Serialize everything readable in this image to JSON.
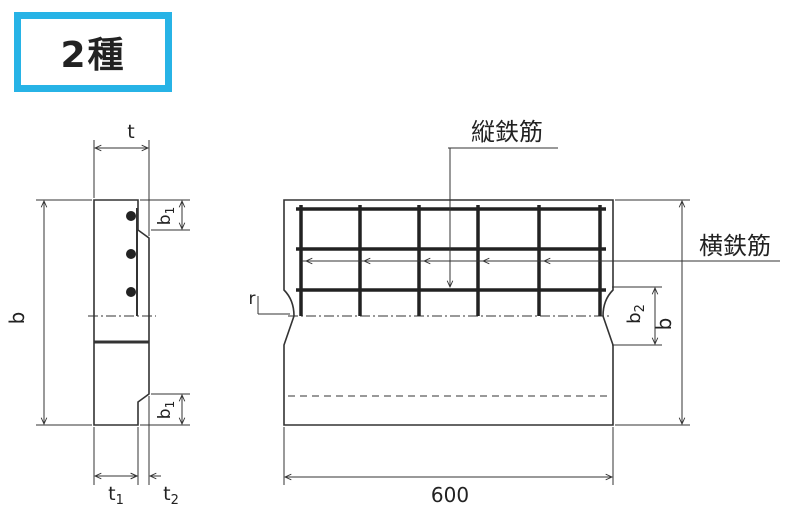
{
  "title": "2種",
  "labels": {
    "t": "t",
    "b": "b",
    "b1": "b",
    "sub1": "1",
    "sub2": "2",
    "t1": "t",
    "t2": "t",
    "b2": "b",
    "r": "r",
    "vertical_rebar": "縦鉄筋",
    "horizontal_rebar": "横鉄筋",
    "width_600": "600"
  },
  "colors": {
    "accent": "#27b3e6",
    "line": "#333333"
  }
}
